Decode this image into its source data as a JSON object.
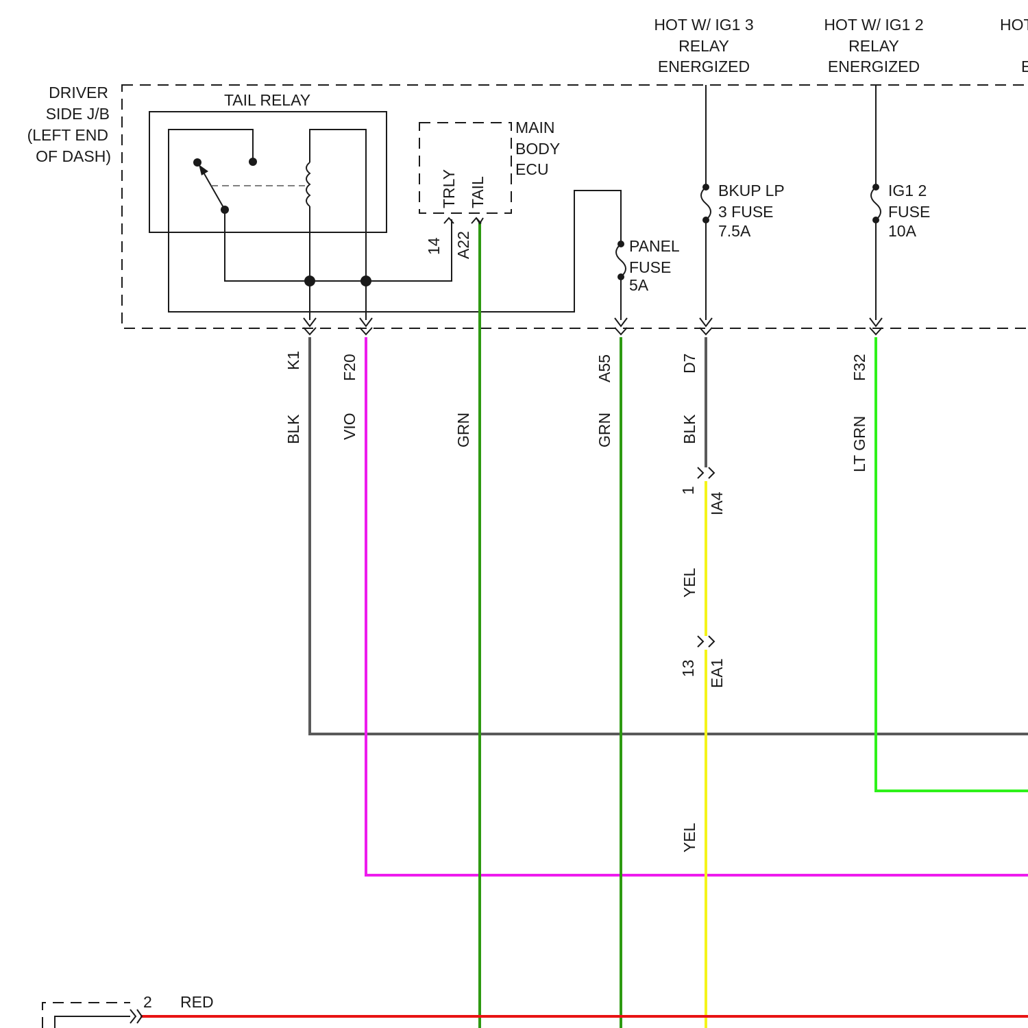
{
  "colors": {
    "BLK": "#5a5a5a",
    "VIO": "#ee1cee",
    "GRN": "#2e9a12",
    "YEL": "#f4f41a",
    "LT GRN": "#2ef21a",
    "RED": "#e81414",
    "line": "#1a1a1a"
  },
  "labels": {
    "hot1": [
      "HOT W/ IG1 3",
      "RELAY",
      "ENERGIZED"
    ],
    "hot2": [
      "HOT W/ IG1 2",
      "RELAY",
      "ENERGIZED"
    ],
    "hot3": [
      "HOT",
      "E"
    ],
    "jb": [
      "DRIVER",
      "SIDE J/B",
      "(LEFT END",
      "OF DASH)"
    ],
    "tail_relay": "TAIL RELAY",
    "ecu": [
      "MAIN",
      "BODY",
      "ECU"
    ],
    "ecu_pins": [
      "TRLY",
      "TAIL"
    ],
    "pin_14": "14",
    "pin_a22": "A22",
    "panel_fuse": [
      "PANEL",
      "FUSE",
      "5A"
    ],
    "bkup_fuse": [
      "BKUP LP",
      "3 FUSE",
      "7.5A"
    ],
    "ig12_fuse": [
      "IG1 2",
      "FUSE",
      "10A"
    ]
  },
  "wires": [
    {
      "terminal": "K1",
      "color": "BLK"
    },
    {
      "terminal": "F20",
      "color": "VIO"
    },
    {
      "terminal": "",
      "color": "GRN"
    },
    {
      "terminal": "A55",
      "color": "GRN"
    },
    {
      "terminal": "D7",
      "color": "BLK"
    },
    {
      "terminal": "F32",
      "color": "LT GRN"
    }
  ],
  "connectors": {
    "ia4": {
      "pin": "1",
      "name": "IA4"
    },
    "ea1": {
      "pin": "13",
      "name": "EA1"
    }
  },
  "yel_labels": [
    "YEL",
    "YEL"
  ],
  "bottom": {
    "pin": "2",
    "color": "RED"
  }
}
